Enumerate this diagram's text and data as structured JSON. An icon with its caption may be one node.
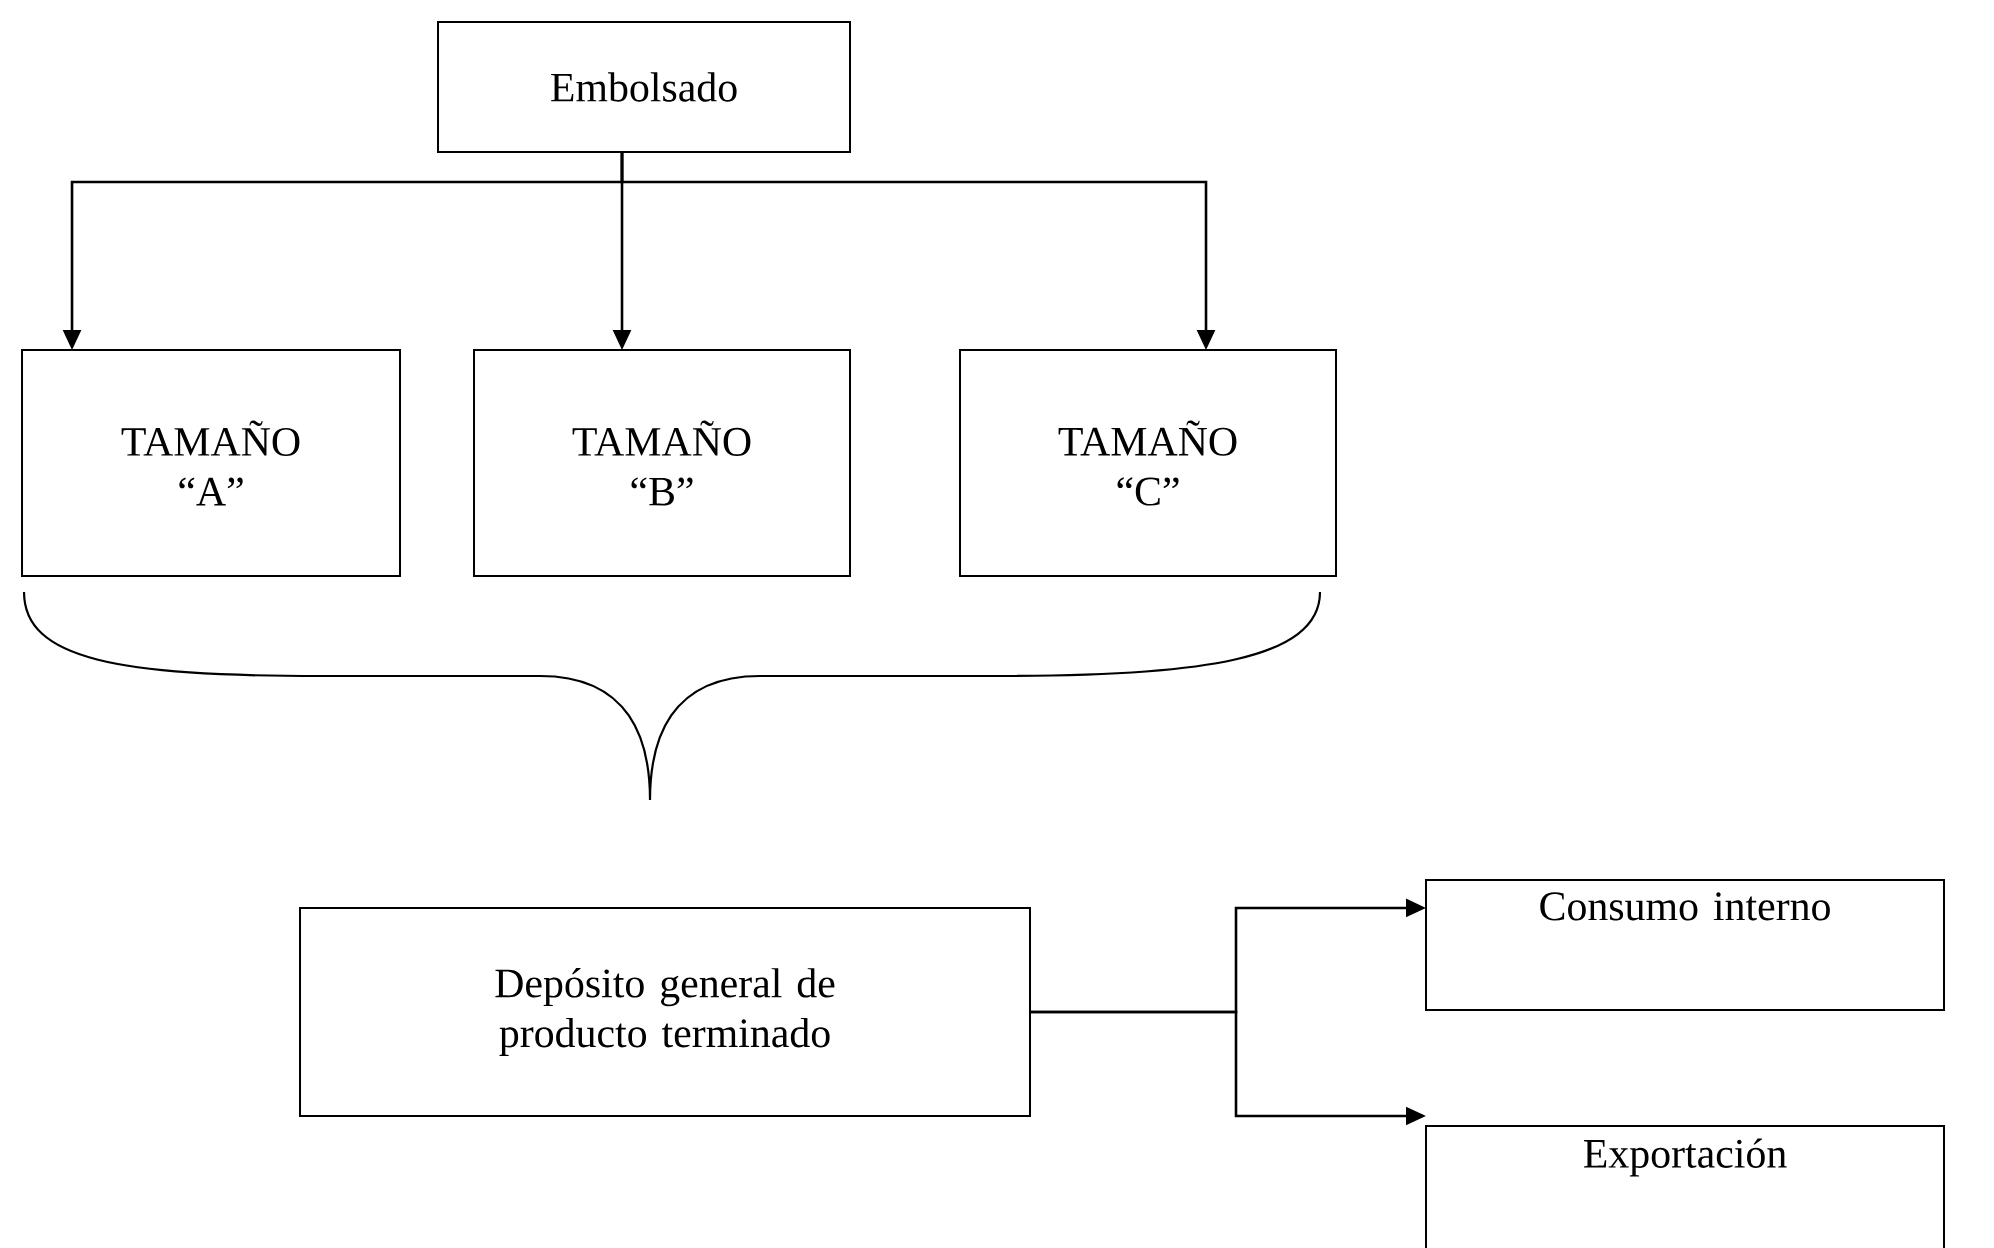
{
  "diagram": {
    "nodes": [
      {
        "text": [
          "Embolsado"
        ]
      },
      {
        "text": [
          "TAMAÑO “A”"
        ]
      },
      {
        "text": [
          "TAMAÑO “B”"
        ]
      },
      {
        "text": [
          "TAMAÑO “C”"
        ]
      },
      {
        "text": [
          "Depósito general de producto terminado"
        ]
      },
      {
        "text": [
          "Consumo interno"
        ]
      },
      {
        "text": [
          "Exportación"
        ]
      }
    ],
    "edges": [
      {
        "from": 0,
        "to": 1,
        "arrow": "to"
      },
      {
        "from": 0,
        "to": 2,
        "arrow": "to"
      },
      {
        "from": 0,
        "to": 3,
        "arrow": "to"
      },
      {
        "from": 4,
        "to": 5,
        "arrow": "to"
      },
      {
        "from": 4,
        "to": 6,
        "arrow": "to"
      }
    ]
  }
}
